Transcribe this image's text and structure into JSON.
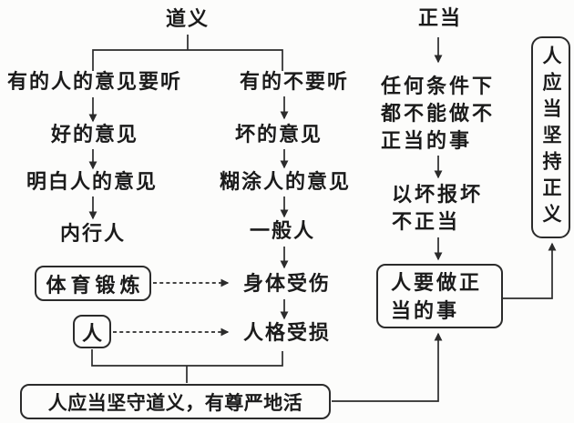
{
  "nodes": {
    "daoyi": "道义",
    "opinion_listen": "有的人的意见要听",
    "good_opinion": "好的意见",
    "clear_person_opinion": "明白人的意见",
    "expert": "内行人",
    "opinion_not_listen": "有的不要听",
    "bad_opinion": "坏的意见",
    "confused_person_opinion": "糊涂人的意见",
    "ordinary_person": "一般人",
    "physical_exercise": "体育锻炼",
    "body_injured": "身体受伤",
    "person": "人",
    "dignity_damaged": "人格受损",
    "zhengdang": "正当",
    "no_improper_deeds": "任何条件下\n都不能做不\n正当的事",
    "repay_bad_with_bad": "以坏报坏\n不正当",
    "do_proper_things": "人要做正\n当的事",
    "uphold_justice": "人应当坚持正义",
    "uphold_morality": "人应当坚守道义，有尊严地活"
  },
  "colors": {
    "ink": "#2b2b2b",
    "background": "#fcfcfb"
  }
}
